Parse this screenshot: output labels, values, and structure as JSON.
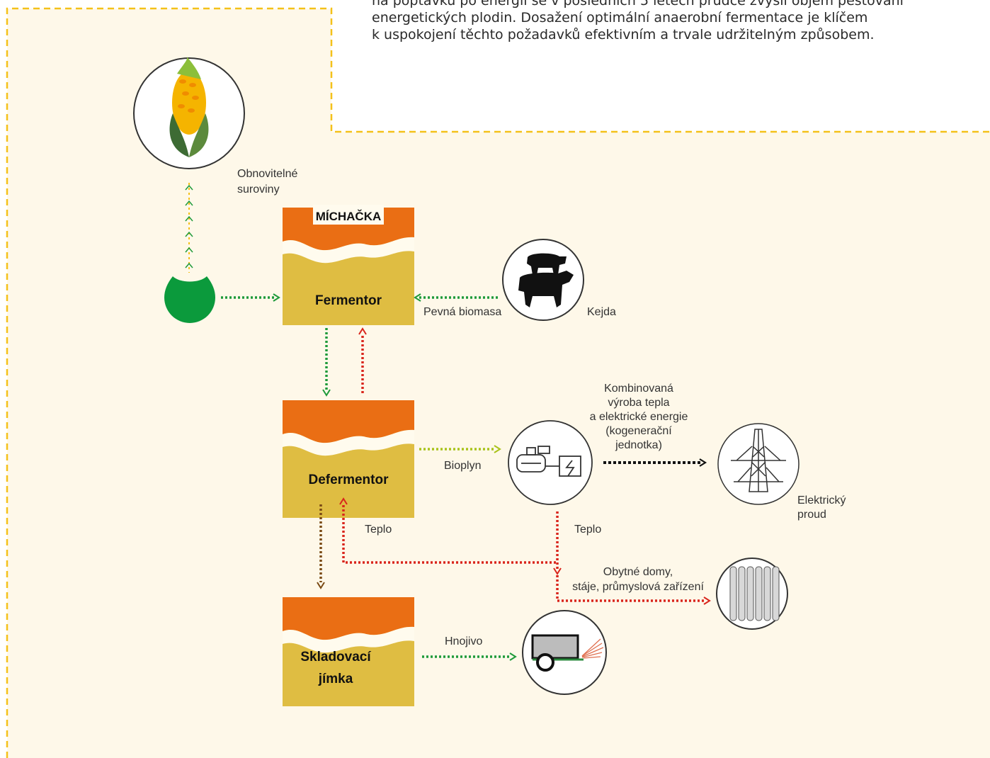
{
  "intro": {
    "line1": "na poptávku po energii se v posledních 5 letech prudce zvýšil objem pěstování",
    "line2": "energetických plodin. Dosažení optimální anaerobní fermentace je klíčem",
    "line3": "k uspokojení těchto požadavků efektivním a trvale udržitelným způsobem."
  },
  "tanks": {
    "fermentor": {
      "tag": "MÍCHAČKA",
      "label": "Fermentor"
    },
    "defermentor": {
      "label": "Defermentor"
    },
    "storage": {
      "line1": "Skladovací",
      "line2": "jímka"
    }
  },
  "labels": {
    "renewable": [
      "Obnovitelné",
      "suroviny"
    ],
    "solid_biomass": "Pevná biomasa",
    "slurry": "Kejda",
    "chp": [
      "Kombinovaná",
      "výroba tepla",
      "a elektrické energie",
      "(kogenerační",
      "jednotka)"
    ],
    "biogas": "Bioplyn",
    "electricity": [
      "Elektrický",
      "proud"
    ],
    "heat_left": "Teplo",
    "heat_right": "Teplo",
    "buildings": [
      "Obytné domy,",
      "stáje, průmyslová zařízení"
    ],
    "fertilizer": "Hnojivo"
  },
  "colors": {
    "background": "#fef8e9",
    "border_dash": "#f4c11a",
    "tank_top": "#ea6e14",
    "tank_body": "#dfbd42",
    "green_flow": "#1e9a3a",
    "lime_flow": "#a9c21a",
    "red_flow": "#d9251c",
    "black_flow": "#111111",
    "brown_flow": "#7a4a14",
    "silo_green": "#0b9a3c"
  },
  "icons": {
    "corn": "corn-icon",
    "silo": "silo-icon",
    "animals": "pig-cow-icon",
    "chp": "chp-unit-icon",
    "pylon": "power-pylon-icon",
    "radiator": "radiator-icon",
    "spreader": "manure-spreader-icon"
  }
}
